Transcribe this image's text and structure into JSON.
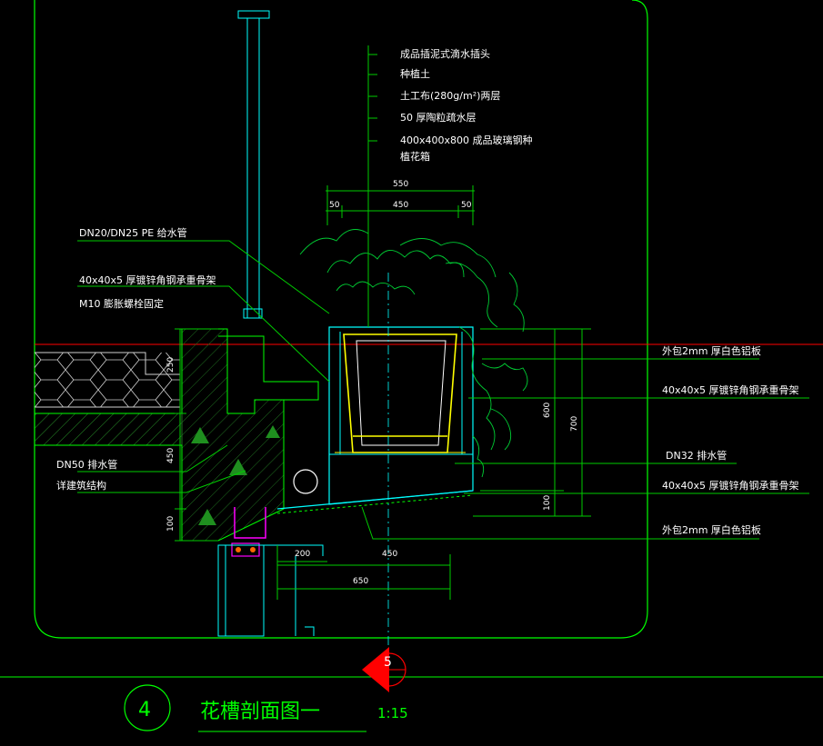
{
  "colors": {
    "background": "#000000",
    "frame": "#00ff00",
    "leader": "#00cc00",
    "text": "#ffffff",
    "planter": "#ffff00",
    "structure": "#00ffff",
    "redline": "#ff0000",
    "pipe": "#ff00ff"
  },
  "callouts_top": [
    "成品插泥式滴水插头",
    "种植土",
    "土工布(280g/m²)两层",
    "50  厚陶粒疏水层",
    "400x400x800        成品玻璃钢种",
    "植花箱"
  ],
  "callouts_left": [
    "DN20/DN25         PE 给水管",
    "40x40x5    厚镀锌角钢承重骨架",
    "M10  膨胀螺栓固定",
    "DN50  排水管",
    "详建筑结构"
  ],
  "callouts_right": [
    "外包2mm  厚白色铝板",
    "40x40x5    厚镀锌角钢承重骨架",
    "DN32  排水管",
    "40x40x5    厚镀锌角钢承重骨架",
    "外包2mm  厚白色铝板"
  ],
  "dimensions": {
    "top_total": "550",
    "top_left": "50",
    "top_mid": "450",
    "top_right": "50",
    "left_1": "250",
    "left_2": "450",
    "left_3": "100",
    "right_1": "600",
    "right_2": "100",
    "right_total": "700",
    "bottom_1": "200",
    "bottom_2": "450",
    "bottom_3": "650"
  },
  "marker": {
    "number": "5"
  },
  "title": {
    "number": "4",
    "name": "花槽剖面图一",
    "scale": "1:15"
  }
}
